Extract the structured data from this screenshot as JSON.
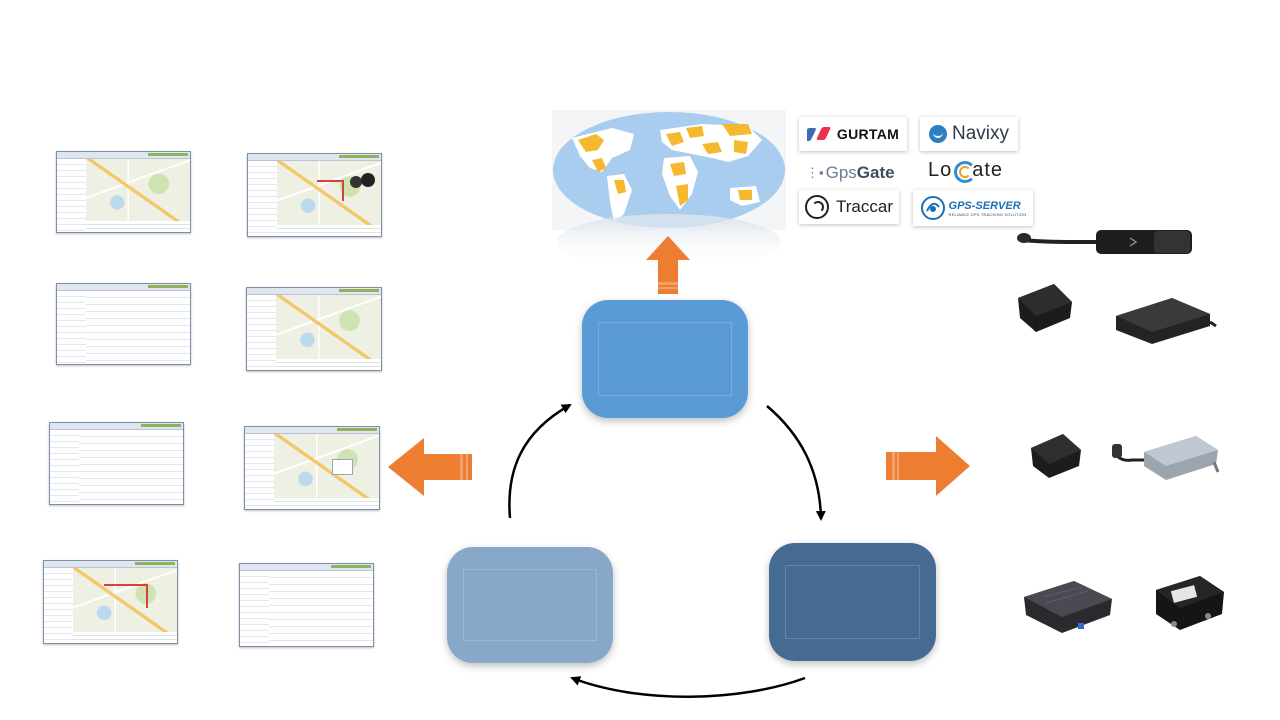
{
  "logos": {
    "gurtam": "GURTAM",
    "navixy": "Navixy",
    "gpsgate_pre": "Gps",
    "gpsgate_post": "Gate",
    "locate_pre": "Lo",
    "locate_post": "ate",
    "traccar": "Traccar",
    "gps_server": "GPS-SERVER",
    "gps_server_tagline": "RELIABLE GPS TRACKING SOLUTION"
  },
  "colors": {
    "top_block": "#5b9bd5",
    "left_block": "#87a8c8",
    "right_block": "#456b92",
    "arrow_orange": "#ed7d31",
    "map_ocean": "#a9cdee",
    "map_highlight": "#f5b82e",
    "gurtam_red": "#e8334a",
    "navixy_blue": "#2f7ec2",
    "gps_server_blue": "#1f6fb5"
  },
  "icons": [
    "world-map-icon",
    "gps-tracker-device-icon",
    "cycle-arrow-icon",
    "orange-arrow-icon"
  ]
}
